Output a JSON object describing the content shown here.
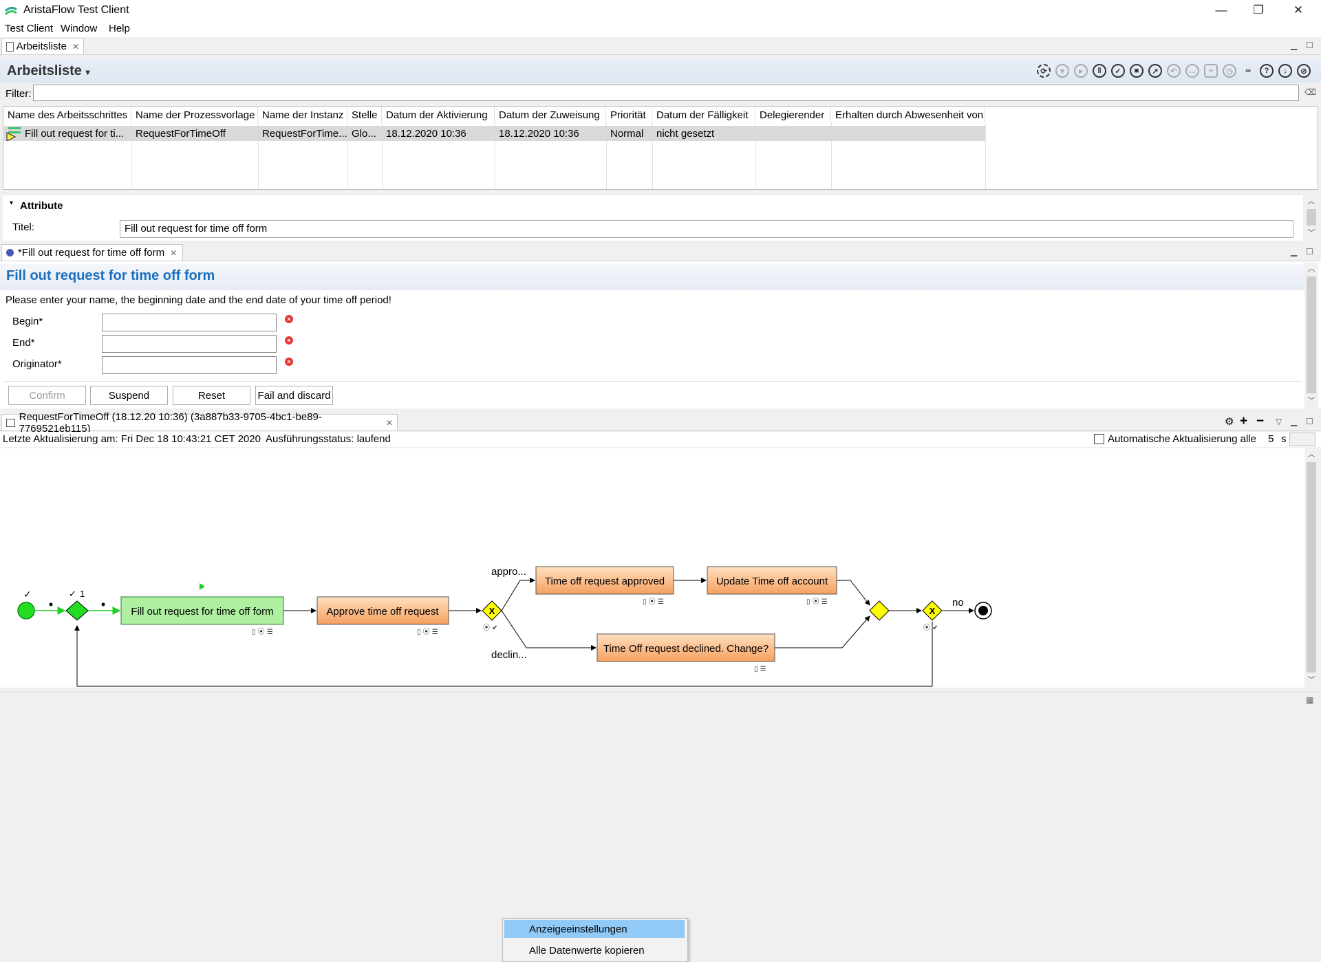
{
  "window": {
    "title": "AristaFlow Test Client",
    "minimize": "—",
    "restore": "❐",
    "close": "✕"
  },
  "menu": [
    "Test Client",
    "Window",
    "Help"
  ],
  "worklist": {
    "tab_label": "Arbeitsliste",
    "title": "Arbeitsliste",
    "filter_label": "Filter:",
    "filter_value": "",
    "columns": [
      "Name des Arbeitsschrittes",
      "Name der Prozessvorlage",
      "Name der Instanz",
      "Stelle",
      "Datum der Aktivierung",
      "Datum der Zuweisung",
      "Priorität",
      "Datum der Fälligkeit",
      "Delegierender",
      "Erhalten durch Abwesenheit von"
    ],
    "rows": [
      [
        "Fill out request for ti...",
        "RequestForTimeOff",
        "RequestForTime...",
        "Glo...",
        "18.12.2020 10:36",
        "18.12.2020 10:36",
        "Normal",
        "nicht gesetzt",
        "",
        ""
      ]
    ],
    "toolbar_icons": [
      "refresh-icon",
      "start-disabled-icon",
      "play-disabled-icon",
      "suspend-icon",
      "finish-icon",
      "stop-icon",
      "forward-icon",
      "undo-disabled-icon",
      "comment-disabled-icon",
      "chat-disabled-icon",
      "timer-disabled-icon",
      "share-icon",
      "help-icon",
      "download-icon",
      "cancel-icon"
    ]
  },
  "attributes": {
    "section_title": "Attribute",
    "title_label": "Titel:",
    "title_value": "Fill out request for time off form"
  },
  "form": {
    "tab_label": "*Fill out request for time off form",
    "title": "Fill out request for time off form",
    "description": "Please enter your name, the beginning date and the end date of your time off period!",
    "fields": [
      {
        "label": "Begin*",
        "value": ""
      },
      {
        "label": "End*",
        "value": ""
      },
      {
        "label": "Originator*",
        "value": ""
      }
    ],
    "buttons": {
      "confirm": "Confirm",
      "suspend": "Suspend",
      "reset": "Reset",
      "fail": "Fail and discard"
    }
  },
  "process": {
    "tab_label": "RequestForTimeOff (18.12.20 10:36) (3a887b33-9705-4bc1-be89-7769521eb115)",
    "last_update": "Letzte Aktualisierung am: Fri Dec 18 10:43:21 CET 2020",
    "status": "Ausführungsstatus: laufend",
    "auto_update_label": "Automatische Aktualisierung alle",
    "auto_update_value": "5",
    "auto_update_unit": "s",
    "auto_update_checked": false,
    "context_menu": [
      "Anzeigeeinstellungen",
      "Alle Datenwerte kopieren"
    ],
    "nodes": {
      "fill_out": "Fill out request for time off form",
      "approve": "Approve time off request",
      "approved": "Time off request approved",
      "update": "Update Time off account",
      "declined": "Time Off request declined. Change?"
    },
    "edge_labels": {
      "approve": "appro...",
      "decline": "declin...",
      "no": "no",
      "loop": "1",
      "check1": "✓",
      "check2": "✓"
    },
    "colors": {
      "completed": "#aef0a0",
      "completed_border": "#2e7d32",
      "pending_top": "#ffd9b3",
      "pending_bottom": "#f7a96a",
      "gateway": "#ffff00",
      "start": "#22dd22"
    }
  }
}
